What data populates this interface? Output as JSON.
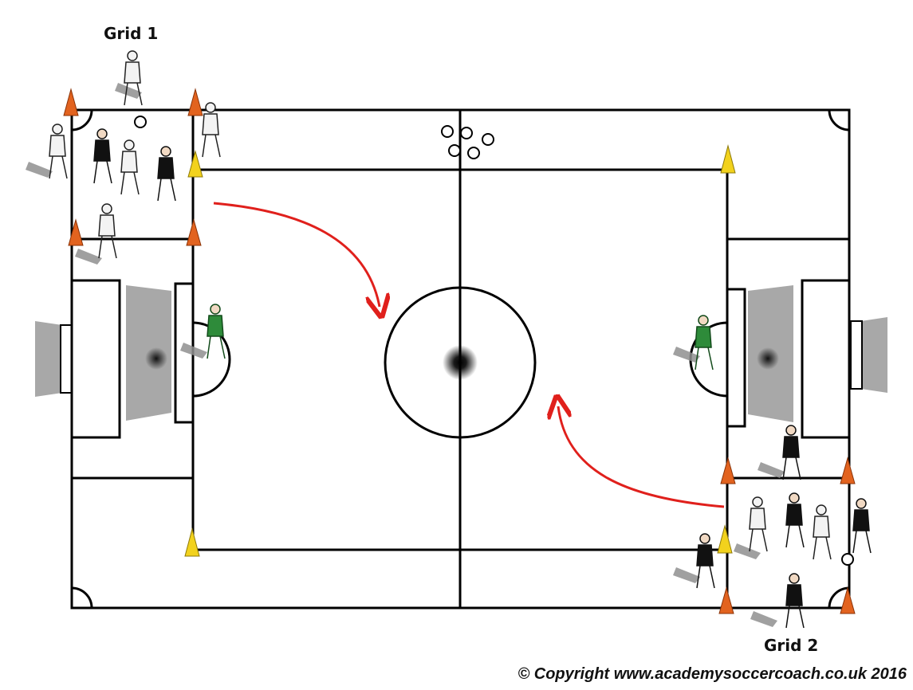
{
  "labels": {
    "grid1": "Grid 1",
    "grid2": "Grid 2"
  },
  "copyright": "© Copyright www.academysoccercoach.co.uk 2016",
  "colors": {
    "lines": "#000000",
    "arrow": "#e0201c",
    "cone_orange": "#e2631f",
    "cone_yellow": "#f2d21d",
    "goal_grey": "#a8a8a8",
    "team_white": "#f3f3f3",
    "team_black": "#111111",
    "goalkeeper_green": "#2e8b3a"
  },
  "icons": [
    "orange-cone-icon",
    "yellow-cone-icon",
    "soccer-ball-icon",
    "player-icon",
    "goalkeeper-icon",
    "goal-icon",
    "arrow-icon"
  ]
}
